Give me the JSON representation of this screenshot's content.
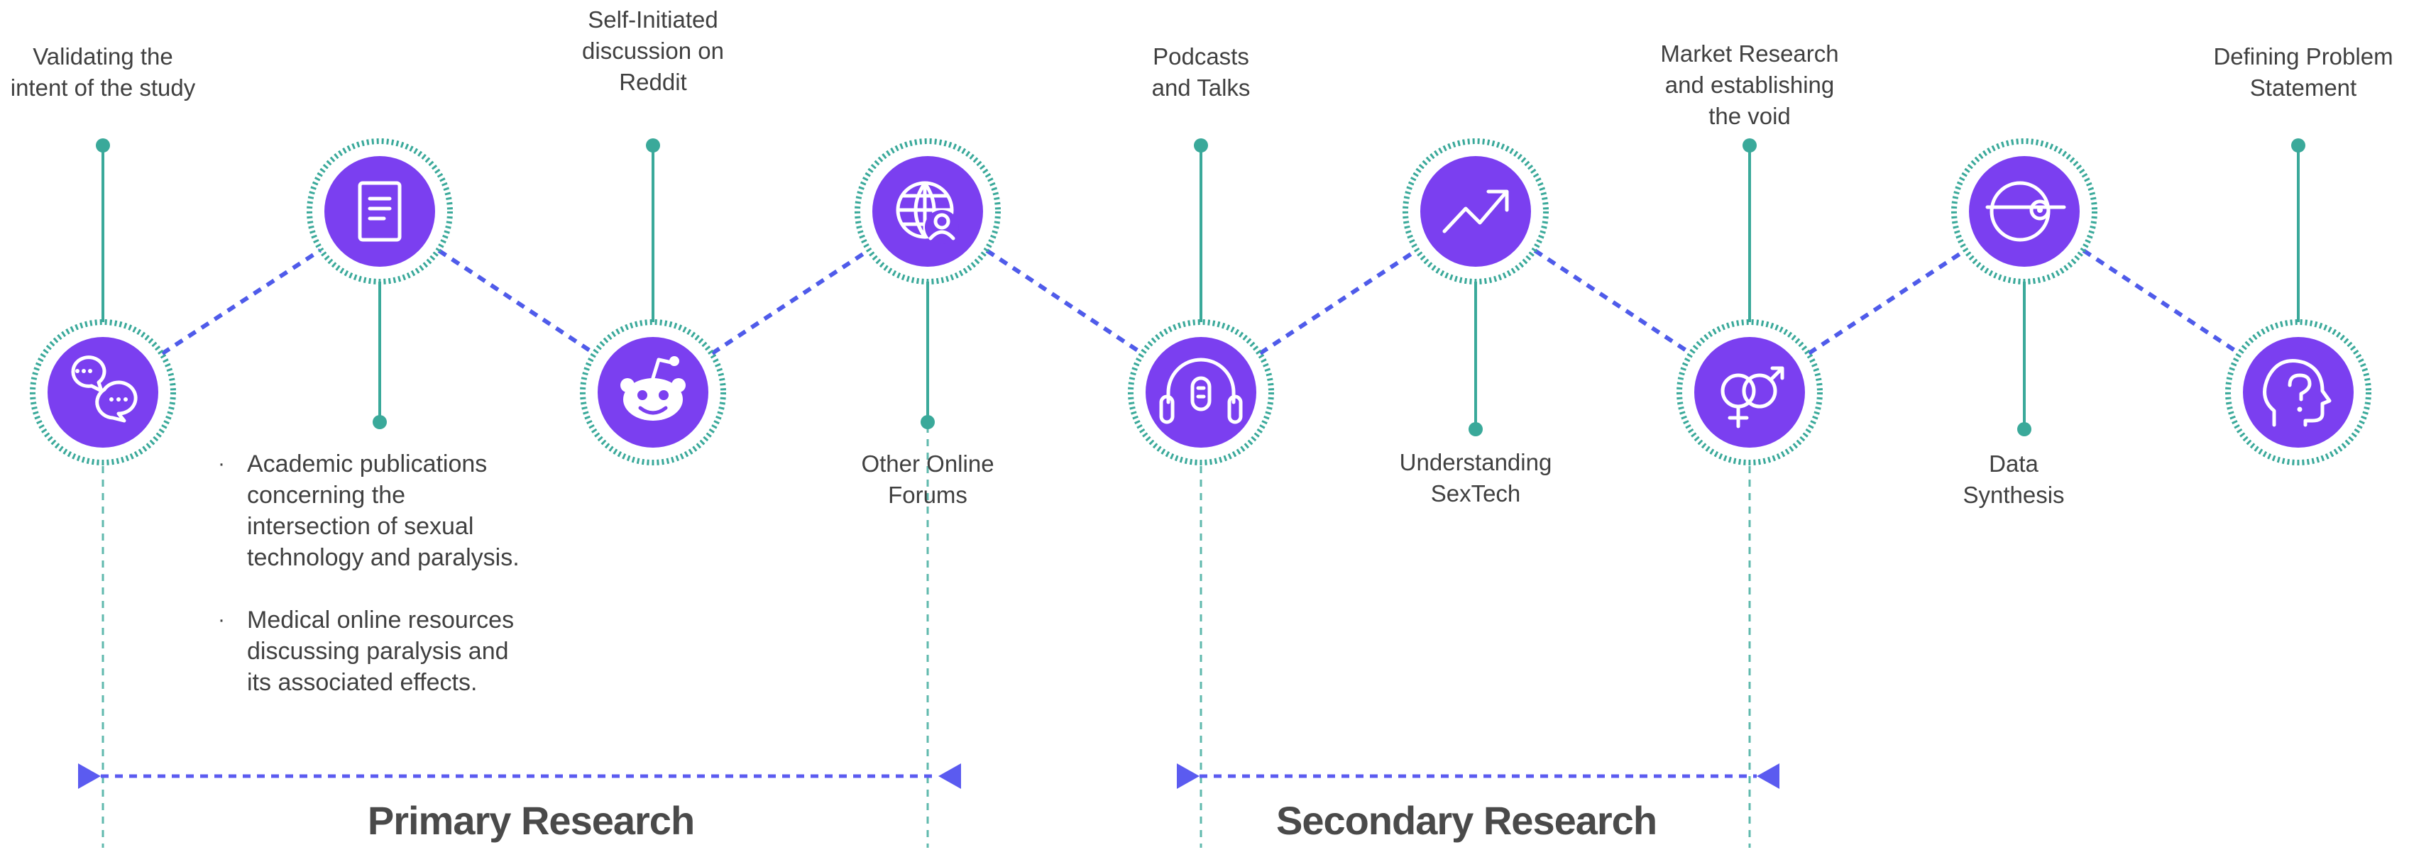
{
  "steps": [
    {
      "icon": "chat-bubbles-icon",
      "label_lines": [
        "Validating the",
        "intent of the study"
      ]
    },
    {
      "icon": "document-icon",
      "label_lines": []
    },
    {
      "icon": "reddit-icon",
      "label_lines": [
        "Self-Initiated",
        "discussion on",
        "Reddit"
      ]
    },
    {
      "icon": "globe-user-icon",
      "label_lines": [
        "Other Online",
        "Forums"
      ]
    },
    {
      "icon": "headphones-mic-icon",
      "label_lines": [
        "Podcasts",
        "and Talks"
      ]
    },
    {
      "icon": "trend-up-icon",
      "label_lines": [
        "Understanding",
        "SexTech"
      ]
    },
    {
      "icon": "gender-symbols-icon",
      "label_lines": [
        "Market Research",
        "and establishing",
        "the void"
      ]
    },
    {
      "icon": "target-eye-icon",
      "label_lines": [
        "Data",
        "Synthesis"
      ]
    },
    {
      "icon": "head-question-icon",
      "label_lines": [
        "Defining Problem",
        "Statement"
      ]
    }
  ],
  "bullets": [
    [
      "Academic publications",
      "concerning the",
      "intersection of sexual",
      "technology and paralysis."
    ],
    [
      "Medical online resources",
      "discussing paralysis and",
      "its associated effects."
    ]
  ],
  "bullet_marker": "·",
  "phases": [
    {
      "label": "Primary Research"
    },
    {
      "label": "Secondary Research"
    }
  ],
  "colors": {
    "node": "#7b3ff0",
    "ring": "#3aa99a",
    "stem": "#3aa99a",
    "connector": "#4f5bea",
    "arrow": "#5b5bf0",
    "guide": "#5fb9ad"
  }
}
